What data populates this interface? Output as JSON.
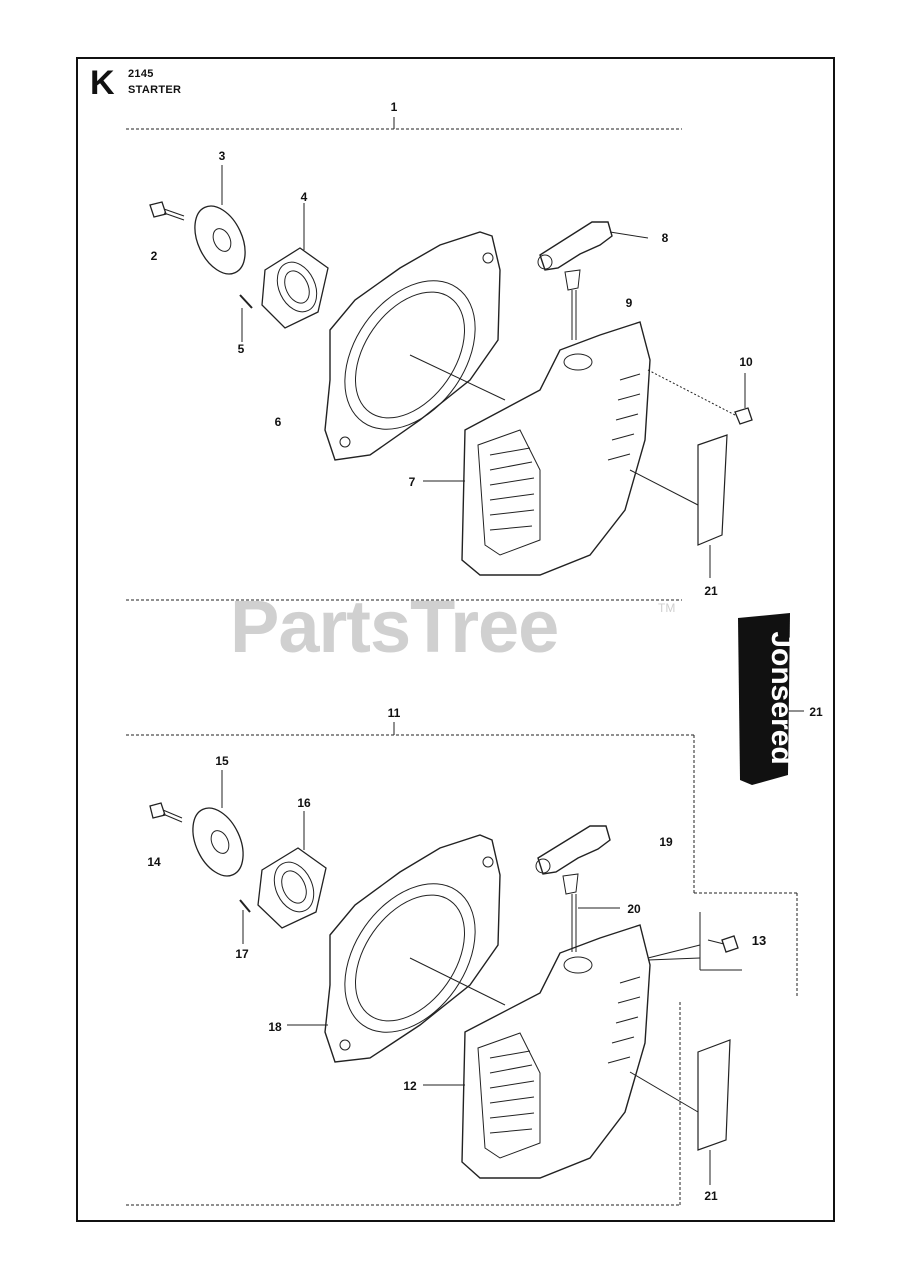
{
  "header": {
    "section_letter": "K",
    "model": "2145",
    "section_title": "STARTER"
  },
  "watermark": {
    "text": "PartsTree",
    "tm": "TM"
  },
  "decal": {
    "brand_text": "Jonsered",
    "color": "#111111"
  },
  "callouts": {
    "c1": "1",
    "c2": "2",
    "c3": "3",
    "c4": "4",
    "c5": "5",
    "c6": "6",
    "c7": "7",
    "c8": "8",
    "c9": "9",
    "c10": "10",
    "c11": "11",
    "c12": "12",
    "c13": "13",
    "c14": "14",
    "c15": "15",
    "c16": "16",
    "c17": "17",
    "c18": "18",
    "c19": "19",
    "c20": "20",
    "c21a": "21",
    "c21b": "21",
    "c21c": "21"
  }
}
